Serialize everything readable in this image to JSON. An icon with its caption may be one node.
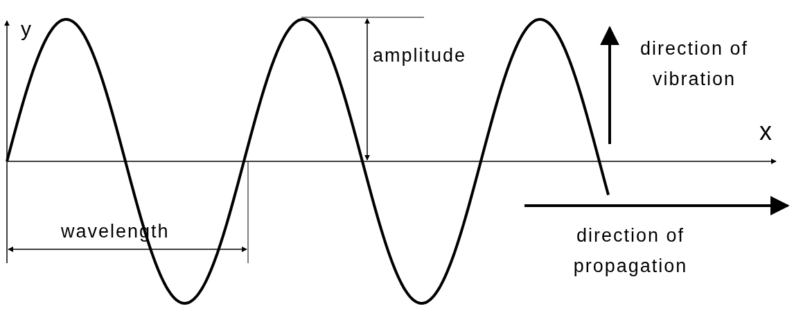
{
  "diagram": {
    "labels": [
      "y",
      "amplitude",
      "direction of vibration",
      "x",
      "wavelength",
      "direction of propagation"
    ]
  }
}
